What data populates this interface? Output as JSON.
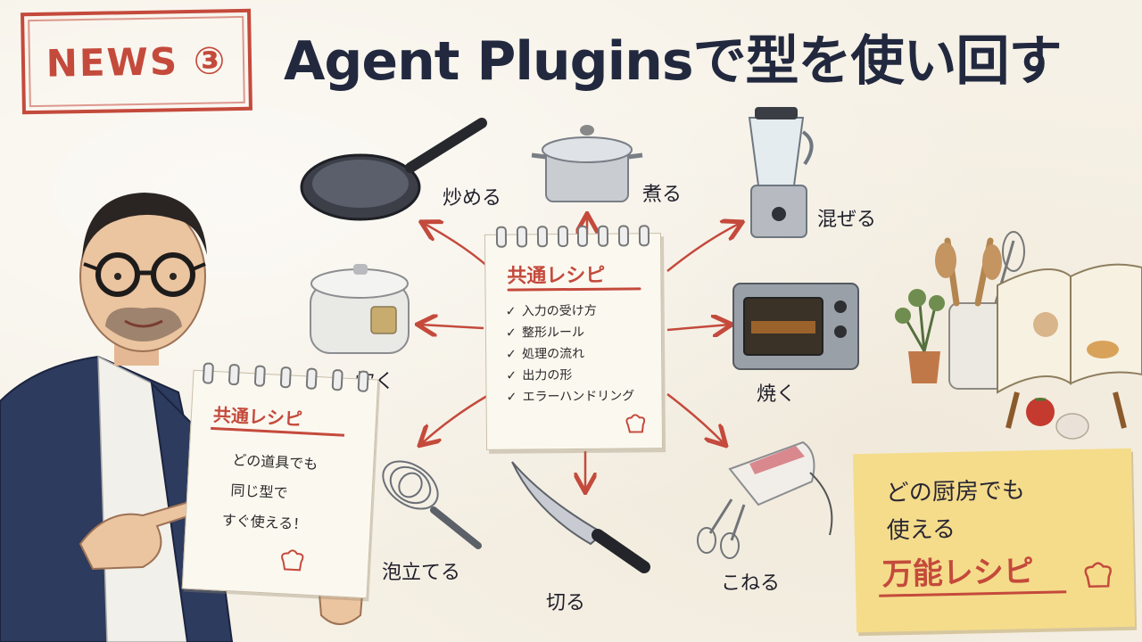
{
  "badge": {
    "text": "NEWS ③"
  },
  "headline": {
    "text": "Agent Pluginsで型を使い回す"
  },
  "recipe_note": {
    "title": "共通レシピ",
    "items": [
      "入力の受け方",
      "整形ルール",
      "処理の流れ",
      "出力の形",
      "エラーハンドリング"
    ],
    "check": "✓"
  },
  "tools": [
    {
      "label": "炒める",
      "icon": "frying-pan-icon"
    },
    {
      "label": "煮る",
      "icon": "pot-icon"
    },
    {
      "label": "混ぜる",
      "icon": "blender-icon"
    },
    {
      "label": "炊く",
      "icon": "rice-cooker-icon"
    },
    {
      "label": "焼く",
      "icon": "toaster-oven-icon"
    },
    {
      "label": "泡立てる",
      "icon": "whisk-icon"
    },
    {
      "label": "切る",
      "icon": "knife-icon"
    },
    {
      "label": "こねる",
      "icon": "hand-mixer-icon"
    }
  ],
  "hand_card": {
    "title": "共通レシピ",
    "lines": [
      "どの道具でも",
      "同じ型で",
      "すぐ使える！"
    ]
  },
  "yellow_note": {
    "lines": [
      "どの厨房でも",
      "使える"
    ],
    "emphasis": "万能レシピ"
  },
  "colors": {
    "accent": "#c44a3c",
    "ink": "#22293f",
    "paper": "#f6f1e6",
    "note": "#f5dc8a"
  }
}
